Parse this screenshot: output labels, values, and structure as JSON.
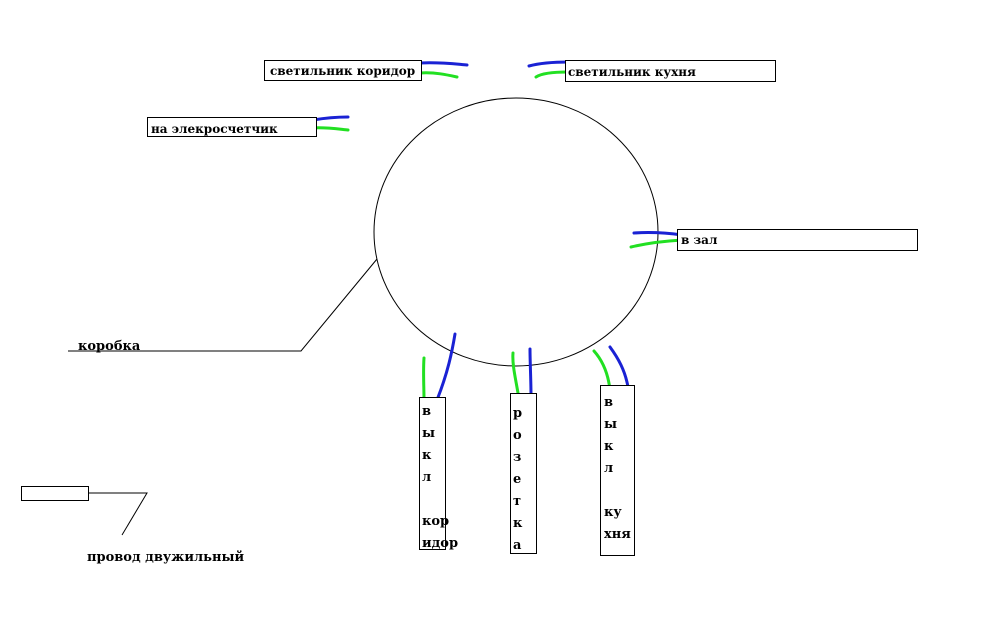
{
  "labels": {
    "corridor_light": "светильник коридор",
    "kitchen_light": "светильник кухня",
    "meter": "на элекросчетчик",
    "hall": "в зал",
    "box": "коробка",
    "wire": "провод двужильный"
  },
  "vertical_labels": {
    "switch_corridor": "в\nы\nк\nл\n\nкор\nидор",
    "socket": "р\nо\nз\nе\nт\nк\nа",
    "switch_kitchen": "в\nы\nк\nл\n\nку\nхня"
  },
  "colors": {
    "phase_wire": "#1a22d4",
    "neutral_wire": "#22e022",
    "outline": "#000000"
  }
}
